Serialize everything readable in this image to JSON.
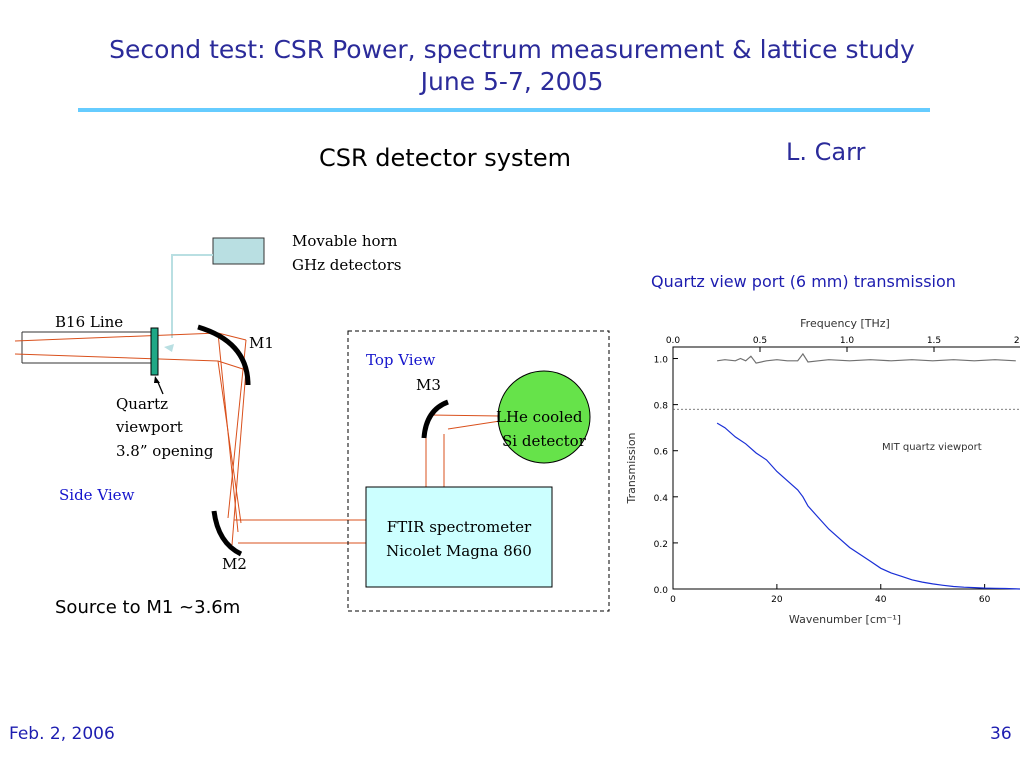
{
  "slide": {
    "title_line1": "Second test: CSR Power, spectrum measurement & lattice study",
    "title_line2": "June 5-7, 2005",
    "subtitle": "CSR detector system",
    "author": "L. Carr",
    "footer_date": "Feb. 2, 2006",
    "page_number": "36"
  },
  "diagram": {
    "horn_label_1": "Movable horn",
    "horn_label_2": "GHz detectors",
    "beamline_label": "B16 Line",
    "m1_label": "M1",
    "m2_label": "M2",
    "m3_label": "M3",
    "quartz_label_1": "Quartz",
    "quartz_label_2": "viewport",
    "quartz_label_3": "3.8” opening",
    "side_view_label": "Side View",
    "top_view_label": "Top View",
    "detector_label_1": "LHe cooled",
    "detector_label_2": "Si  detector",
    "ftir_label_1": "FTIR spectrometer",
    "ftir_label_2": "Nicolet Magna 860",
    "source_distance": "Source to M1 ~3.6m",
    "colors": {
      "beam": "#d9501c",
      "horn_box": "#b9dfe2",
      "ftir_box": "#ccffff",
      "detector": "#66e34a",
      "viewport": "#1fa886"
    }
  },
  "chart_data": {
    "type": "line",
    "title": "Quartz view port (6 mm) transmission",
    "xlabel": "Wavenumber [cm⁻¹]",
    "x2label": "Frequency [THz]",
    "ylabel": "Transmission",
    "xlim": [
      0,
      67
    ],
    "ylim": [
      0,
      1.05
    ],
    "x_ticks": [
      "0",
      "20",
      "40",
      "60"
    ],
    "x2_ticks": [
      "0.0",
      "0.5",
      "1.0",
      "1.5",
      "2.0"
    ],
    "y_ticks": [
      "0.0",
      "0.2",
      "0.4",
      "0.6",
      "0.8",
      "1.0"
    ],
    "reference_line": 0.78,
    "annotation": "MIT quartz viewport",
    "series": [
      {
        "name": "MIT quartz viewport",
        "color": "#1a2fd6",
        "x": [
          8.5,
          10,
          12,
          14,
          16,
          18,
          20,
          22,
          24,
          25,
          26,
          28,
          30,
          32,
          34,
          36,
          38,
          40,
          42,
          44,
          46,
          48,
          50,
          52,
          54,
          56,
          58,
          60,
          62,
          64,
          67
        ],
        "y": [
          0.72,
          0.7,
          0.66,
          0.63,
          0.59,
          0.56,
          0.51,
          0.47,
          0.43,
          0.4,
          0.36,
          0.31,
          0.26,
          0.22,
          0.18,
          0.15,
          0.12,
          0.09,
          0.07,
          0.055,
          0.04,
          0.03,
          0.022,
          0.016,
          0.011,
          0.008,
          0.006,
          0.004,
          0.003,
          0.002,
          0.0
        ]
      },
      {
        "name": "",
        "color": "#707070",
        "x": [
          8.5,
          10,
          12,
          13,
          14,
          15,
          16,
          18,
          20,
          22,
          24,
          25,
          26,
          28,
          30,
          34,
          38,
          42,
          46,
          50,
          54,
          58,
          62,
          66
        ],
        "y": [
          0.99,
          0.995,
          0.99,
          1.0,
          0.99,
          1.01,
          0.98,
          0.99,
          0.995,
          0.99,
          0.99,
          1.02,
          0.985,
          0.99,
          0.995,
          0.99,
          0.995,
          0.99,
          0.995,
          0.99,
          0.995,
          0.99,
          0.995,
          0.99
        ]
      }
    ]
  }
}
